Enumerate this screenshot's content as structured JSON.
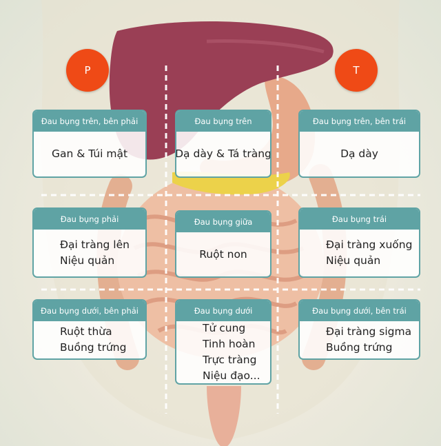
{
  "badges": {
    "right": "P",
    "left": "T"
  },
  "regions": [
    {
      "title": "Đau bụng trên, bên phải",
      "organs": [
        "Gan & Túi mật"
      ]
    },
    {
      "title": "Đau bụng trên",
      "organs": [
        "Dạ dày & Tá tràng"
      ]
    },
    {
      "title": "Đau bụng trên, bên trái",
      "organs": [
        "Dạ dày"
      ]
    },
    {
      "title": "Đau bụng phải",
      "organs": [
        "Đại tràng lên",
        "Niệu quản"
      ]
    },
    {
      "title": "Đau bụng giữa",
      "organs": [
        "Ruột non"
      ]
    },
    {
      "title": "Đau bụng trái",
      "organs": [
        "Đại tràng xuống",
        "Niệu quản"
      ]
    },
    {
      "title": "Đau bụng dưới, bên phải",
      "organs": [
        "Ruột thừa",
        "Buồng trứng"
      ]
    },
    {
      "title": "Đau bụng dưới",
      "organs": [
        "Tử cung",
        "Tinh hoàn",
        "Trực tràng",
        "Niệu đạo..."
      ]
    },
    {
      "title": "Đau bụng dưới, bên trái",
      "organs": [
        "Đại tràng sigma",
        "Buồng trứng"
      ]
    }
  ],
  "colors": {
    "badge": "#ef4a16",
    "box_header": "#5fa3a4",
    "liver": "#9a3f55",
    "intestine": "#e9b79a"
  }
}
